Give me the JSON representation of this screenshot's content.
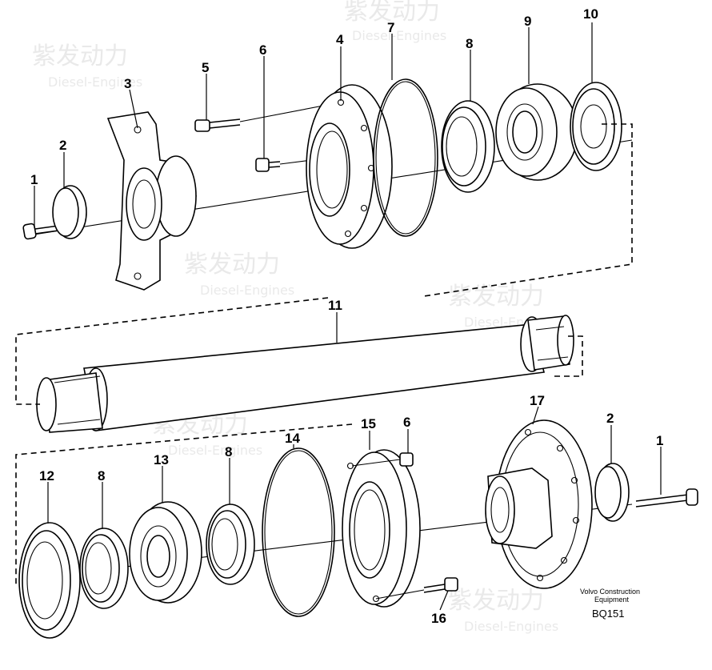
{
  "watermark": {
    "cn": "紫发动力",
    "en": "Diesel-Engines"
  },
  "callouts": {
    "top": [
      "1",
      "2",
      "3",
      "5",
      "6",
      "4",
      "7",
      "8",
      "9",
      "10"
    ],
    "middle": [
      "11"
    ],
    "bottom": [
      "12",
      "8",
      "13",
      "8",
      "14",
      "15",
      "6",
      "17",
      "2",
      "1",
      "16"
    ]
  },
  "credit": {
    "line1": "Volvo Construction",
    "line2": "Equipment",
    "code": "BQ151"
  }
}
